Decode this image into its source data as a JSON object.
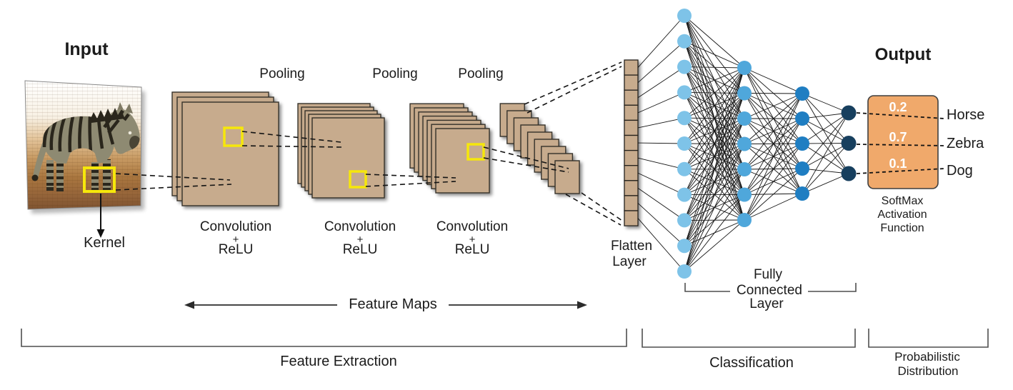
{
  "diagram": {
    "input": {
      "title": "Input",
      "kernel_label": "Kernel"
    },
    "pooling_labels": [
      "Pooling",
      "Pooling",
      "Pooling"
    ],
    "conv_blocks": [
      {
        "line1": "Convolution",
        "line2": "+",
        "line3": "ReLU"
      },
      {
        "line1": "Convolution",
        "line2": "+",
        "line3": "ReLU"
      },
      {
        "line1": "Convolution",
        "line2": "+",
        "line3": "ReLU"
      }
    ],
    "feature_maps_label": "Feature Maps",
    "feature_map_stacks": {
      "sheet_counts": [
        3,
        5,
        7,
        9
      ],
      "fill": "#c7ab8d"
    },
    "kernel_box_color": "#f6e70b",
    "flatten": {
      "line1": "Flatten",
      "line2": "Layer",
      "cells": 11
    },
    "network": {
      "layer_sizes": [
        11,
        7,
        5,
        3
      ],
      "layer_colors": [
        "#7ec3e8",
        "#4fa7db",
        "#1f7ec2",
        "#173f5e"
      ]
    },
    "fully_connected": {
      "line1": "Fully",
      "line2": "Connected",
      "line3": "Layer"
    },
    "output": {
      "title": "Output",
      "box_color": "#f0a96b",
      "classes": [
        {
          "probability": "0.2",
          "label": "Horse"
        },
        {
          "probability": "0.7",
          "label": "Zebra"
        },
        {
          "probability": "0.1",
          "label": "Dog"
        }
      ],
      "softmax": {
        "line1": "SoftMax",
        "line2": "Activation",
        "line3": "Function"
      }
    },
    "sections": {
      "feature_extraction": "Feature Extraction",
      "classification": "Classification",
      "probabilistic_line1": "Probabilistic",
      "probabilistic_line2": "Distribution"
    }
  }
}
